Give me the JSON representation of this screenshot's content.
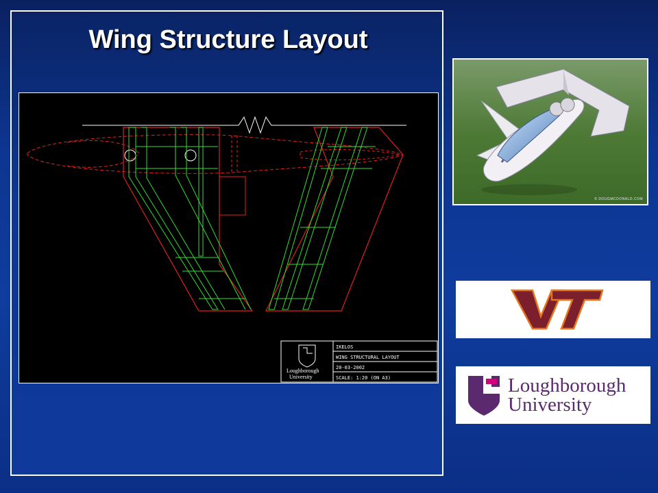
{
  "slide": {
    "title": "Wing Structure Layout"
  },
  "drawing": {
    "title_block": {
      "project": "IKELOS",
      "drawing_name": "WING STRUCTURAL LAYOUT",
      "date": "20-03-2002",
      "scale": "SCALE: 1:20 (ON A3)",
      "logo_line1": "Loughborough",
      "logo_line2": "University"
    },
    "colors": {
      "outline": "#e02020",
      "structure": "#30e030",
      "background": "#000000"
    }
  },
  "photo": {
    "credit": "© DOUGMCDONALD.COM"
  },
  "logos": {
    "vt": "VT",
    "vt_colors": {
      "maroon": "#7a1f2b",
      "orange": "#e5751f"
    },
    "loughborough_line1": "Loughborough",
    "loughborough_line2": "University",
    "loughborough_color": "#5b2a6e"
  }
}
